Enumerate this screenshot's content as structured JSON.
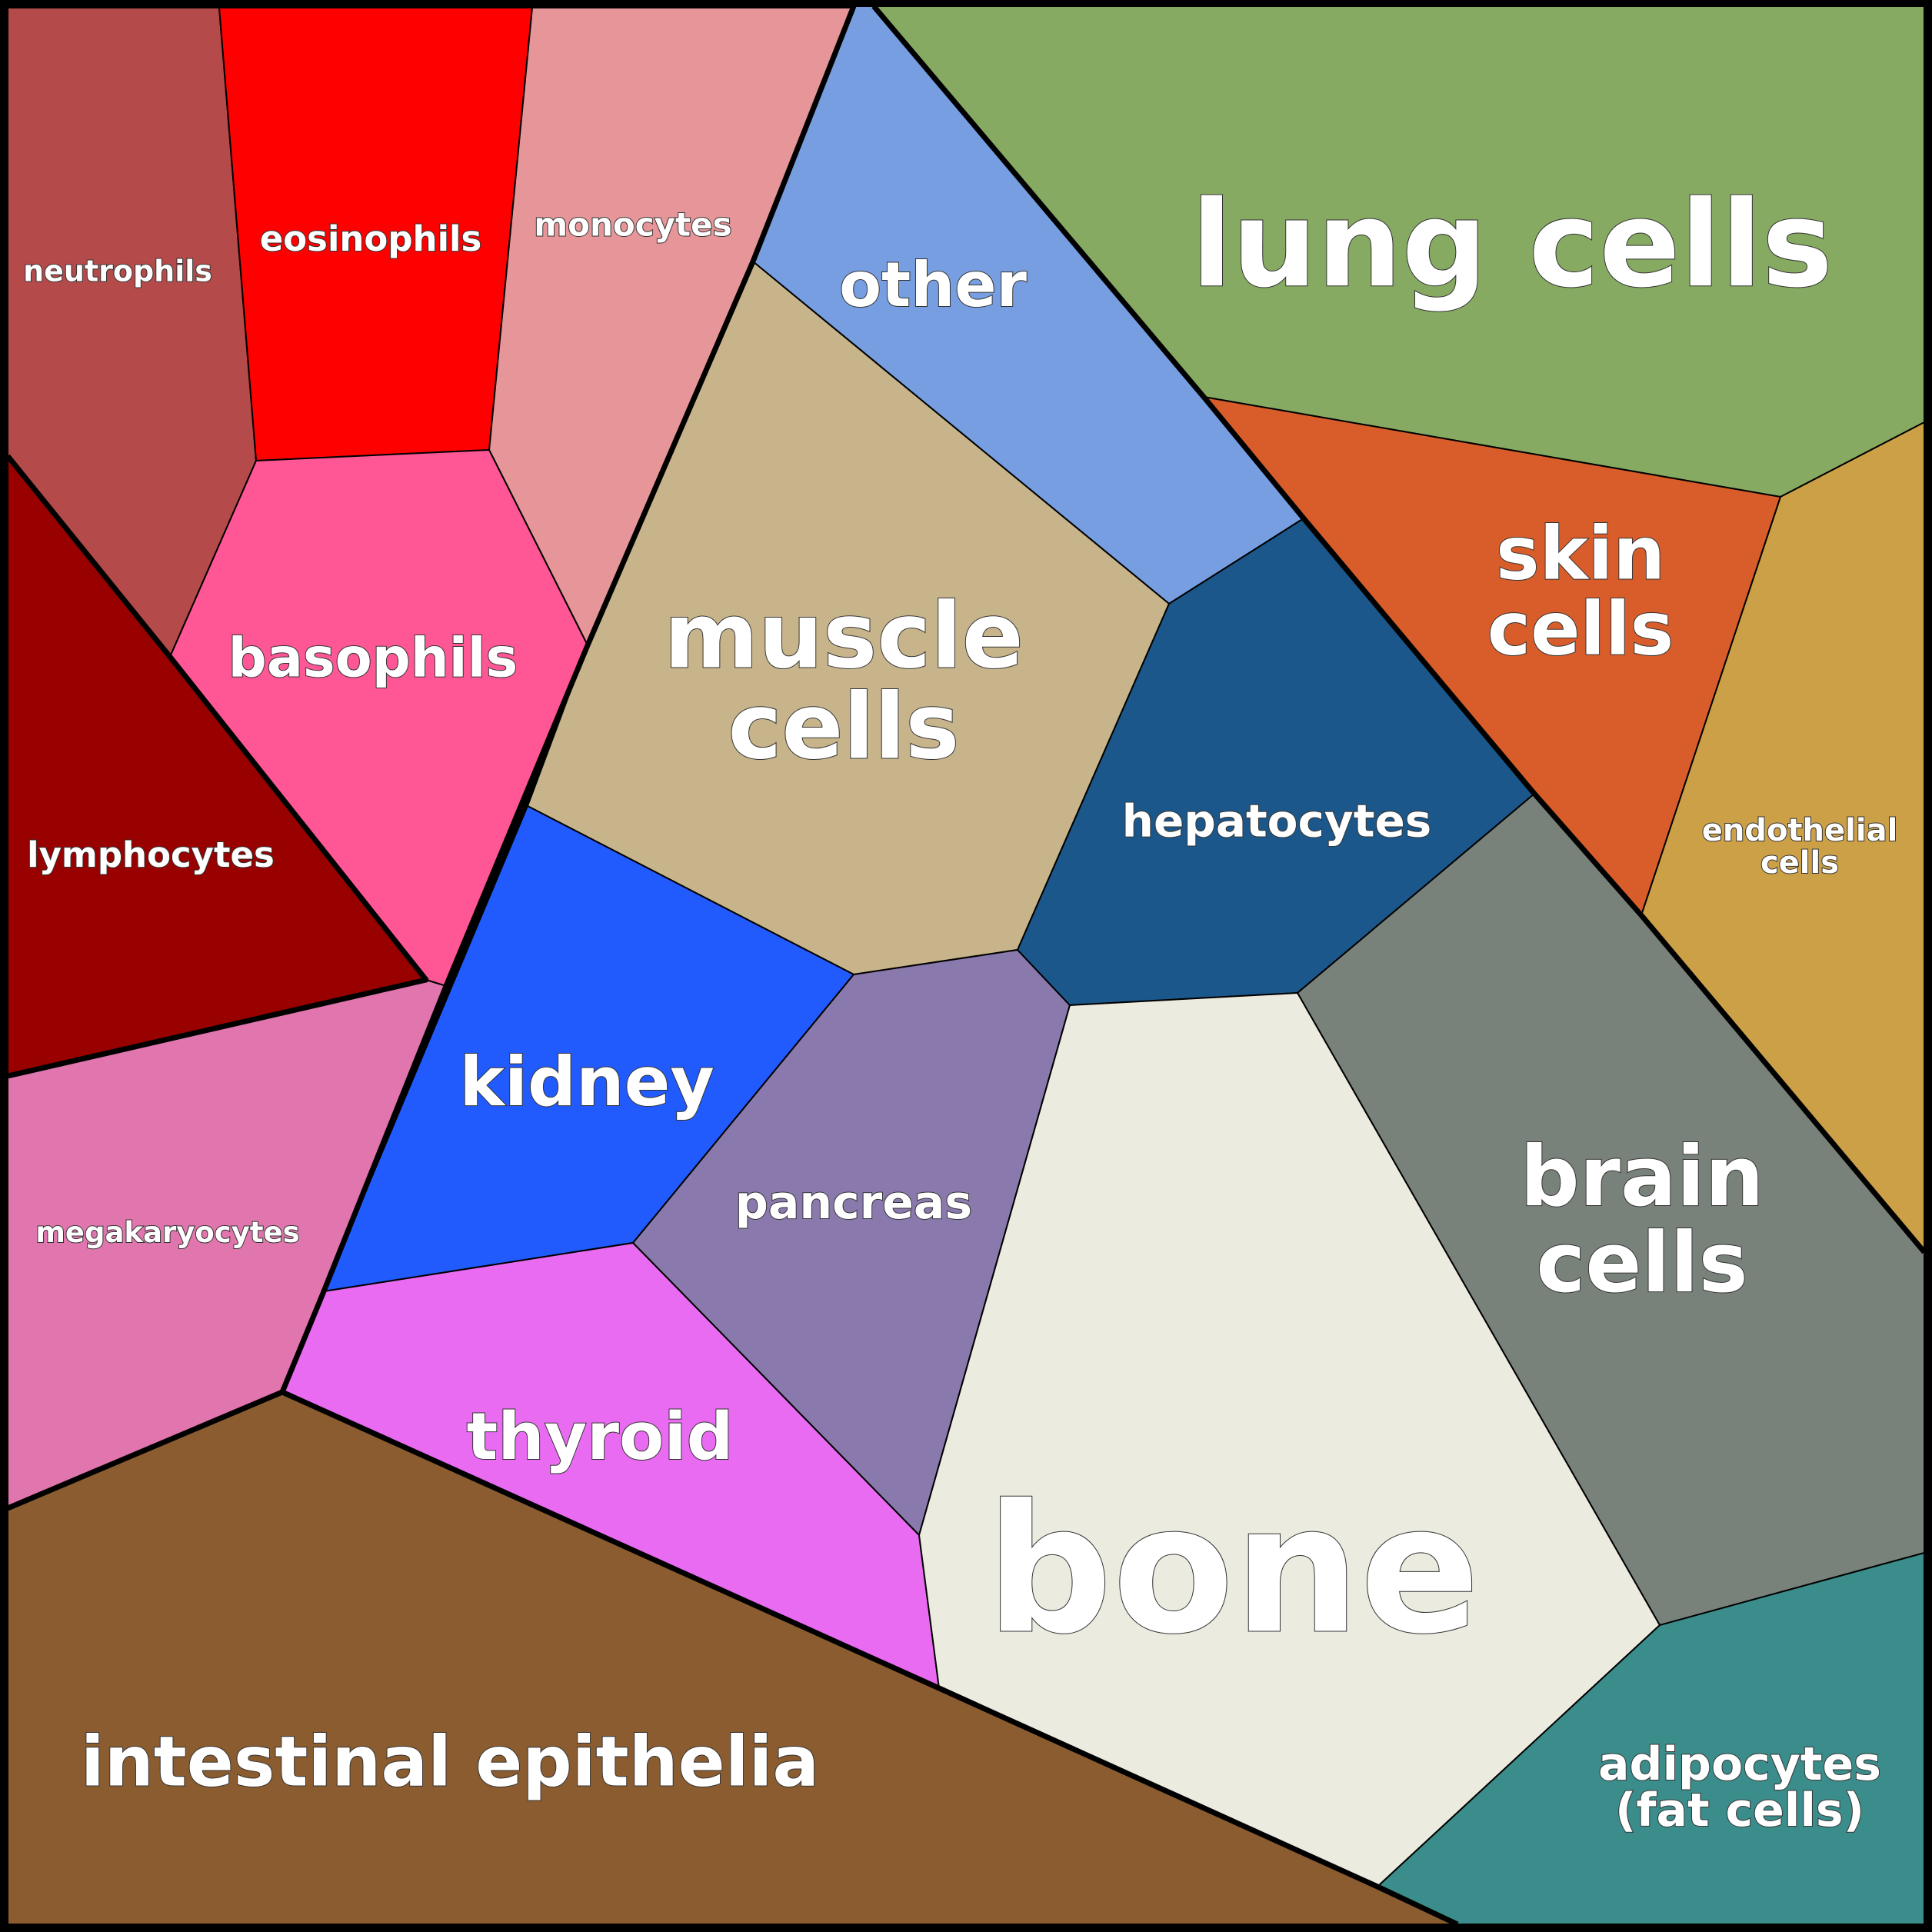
{
  "title": "Cell types in the human body",
  "cells": [
    {
      "id": "neutrophils",
      "lines": [
        "neutrophils"
      ],
      "color": "#b44a4a"
    },
    {
      "id": "eosinophils",
      "lines": [
        "eosinophils"
      ],
      "color": "#ff0000"
    },
    {
      "id": "monocytes",
      "lines": [
        "monocytes"
      ],
      "color": "#e69598"
    },
    {
      "id": "basophils",
      "lines": [
        "basophils"
      ],
      "color": "#ff5796"
    },
    {
      "id": "lymphocytes",
      "lines": [
        "lymphocytes"
      ],
      "color": "#990000"
    },
    {
      "id": "megakaryocytes",
      "lines": [
        "megakaryocytes"
      ],
      "color": "#e076ad"
    },
    {
      "id": "other",
      "lines": [
        "other"
      ],
      "color": "#769ee0"
    },
    {
      "id": "muscle-cells",
      "lines": [
        "muscle",
        "cells"
      ],
      "color": "#c7b48b"
    },
    {
      "id": "kidney",
      "lines": [
        "kidney"
      ],
      "color": "#215bfd"
    },
    {
      "id": "pancreas",
      "lines": [
        "pancreas"
      ],
      "color": "#8a79ad"
    },
    {
      "id": "thyroid",
      "lines": [
        "thyroid"
      ],
      "color": "#e96bf2"
    },
    {
      "id": "hepatocytes",
      "lines": [
        "hepatocytes"
      ],
      "color": "#1b578a"
    },
    {
      "id": "lung-cells",
      "lines": [
        "lung cells"
      ],
      "color": "#87aa62"
    },
    {
      "id": "skin-cells",
      "lines": [
        "skin",
        "cells"
      ],
      "color": "#d95d2b"
    },
    {
      "id": "endothelial-cells",
      "lines": [
        "endothelial",
        "cells"
      ],
      "color": "#cca047"
    },
    {
      "id": "brain-cells",
      "lines": [
        "brain",
        "cells"
      ],
      "color": "#78827a"
    },
    {
      "id": "bone",
      "lines": [
        "bone"
      ],
      "color": "#ebebe0"
    },
    {
      "id": "adipocytes",
      "lines": [
        "adipocytes",
        "(fat cells)"
      ],
      "color": "#3a8d8b"
    },
    {
      "id": "intestinal-epithelia",
      "lines": [
        "intestinal epithelia"
      ],
      "color": "#8a5c30"
    }
  ]
}
